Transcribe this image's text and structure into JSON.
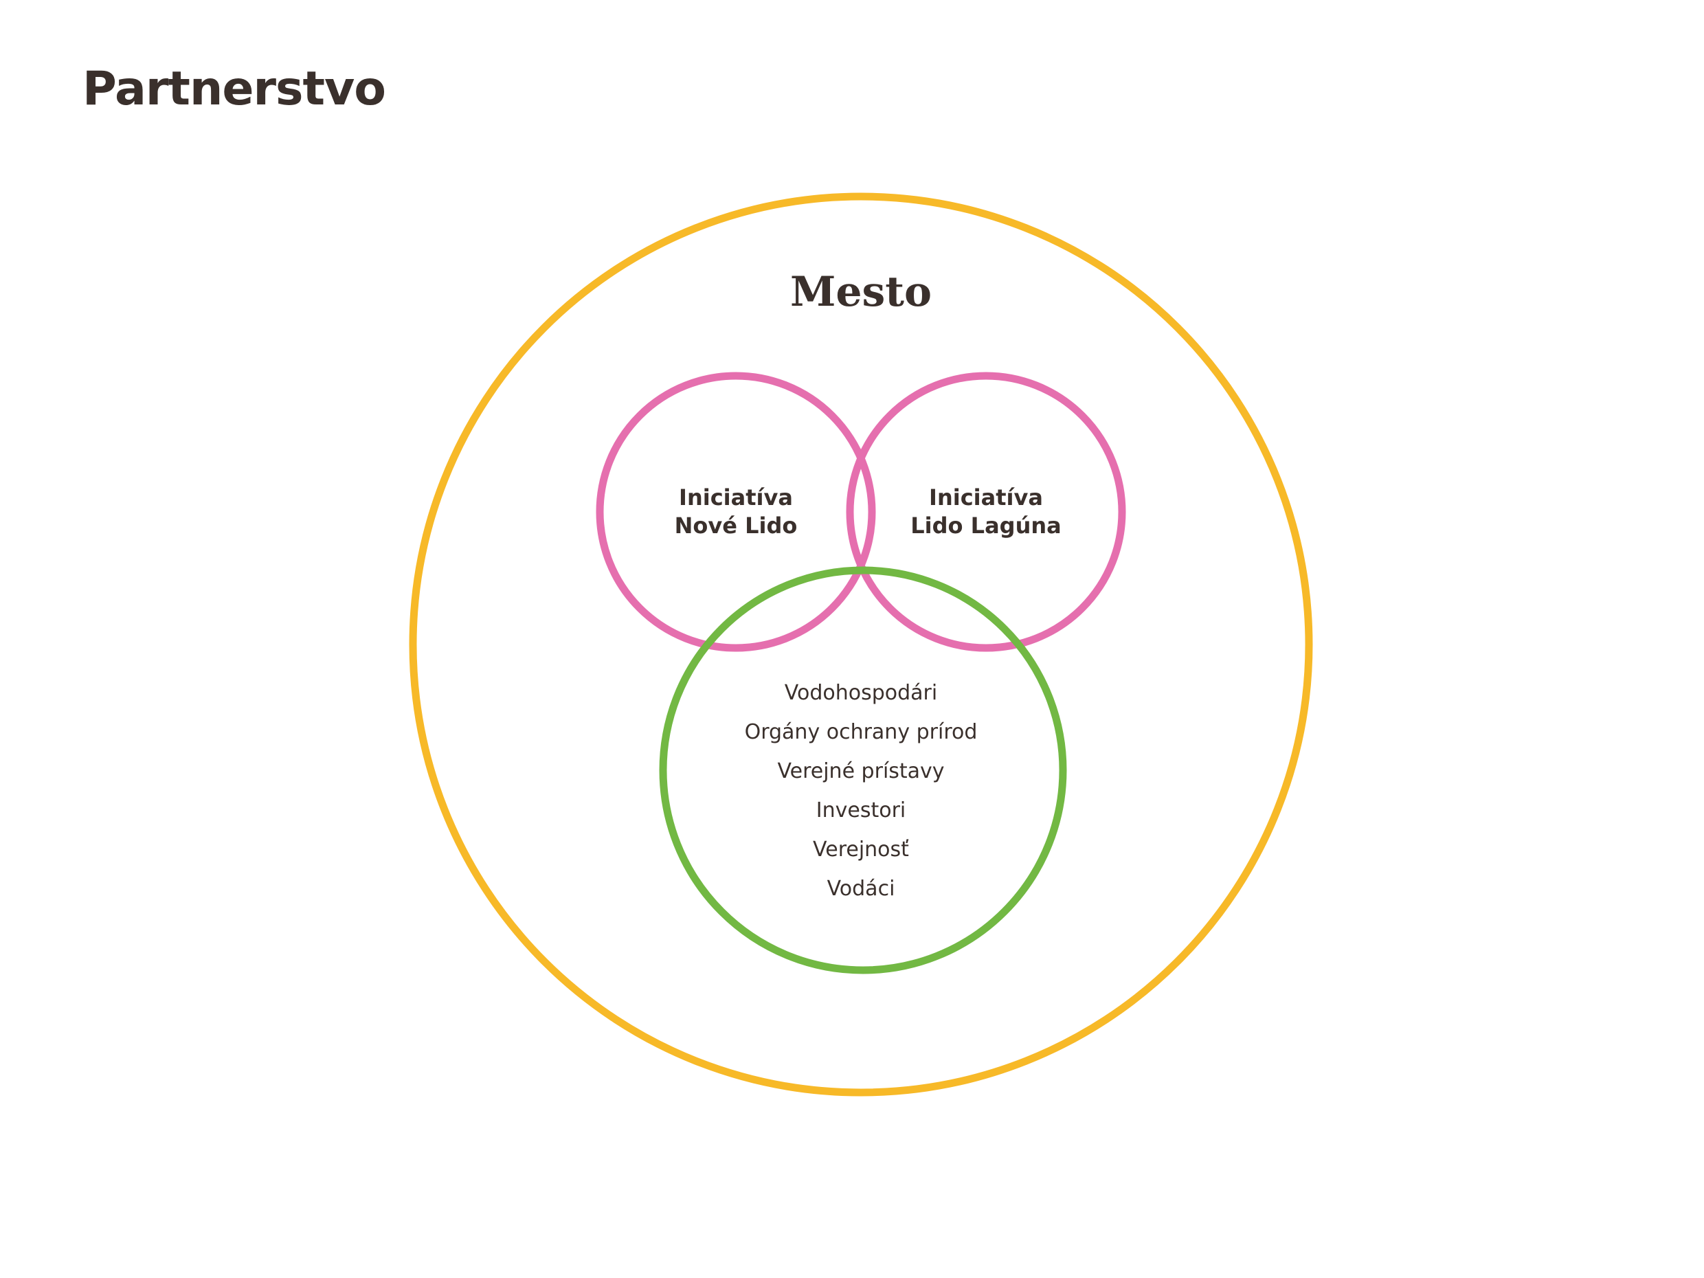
{
  "title": "Partnerstvo",
  "diagram": {
    "outer": {
      "label": "Mesto",
      "color": "#f7b928"
    },
    "initiative_left": {
      "line1": "Iniciatíva",
      "line2": "Nové Lido",
      "color": "#e56fae"
    },
    "initiative_right": {
      "line1": "Iniciatíva",
      "line2": "Lido Lagúna",
      "color": "#e56fae"
    },
    "stakeholders": {
      "color": "#72b843",
      "items": [
        "Vodohospodári",
        "Orgány ochrany prírod",
        "Verejné prístavy",
        "Investori",
        "Verejnosť",
        "Vodáci"
      ]
    }
  }
}
